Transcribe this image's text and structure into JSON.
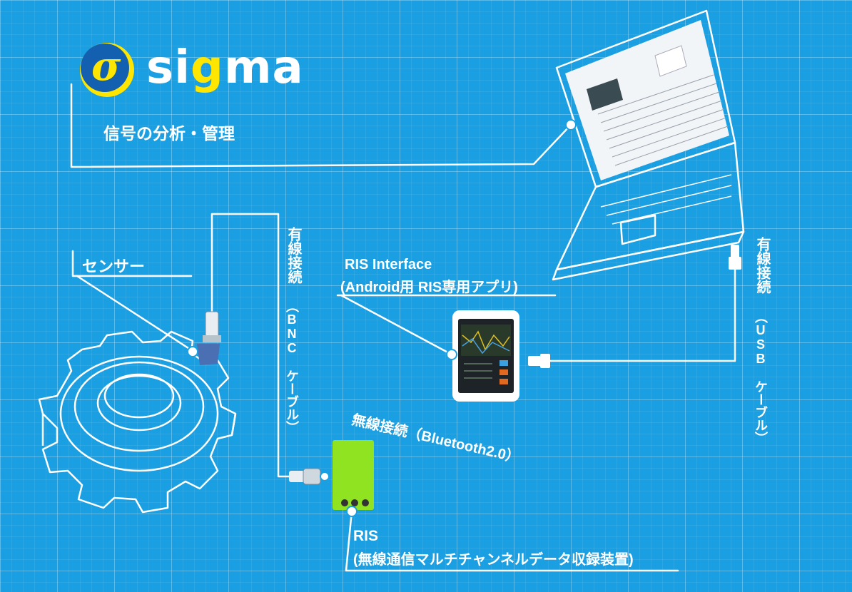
{
  "logo": {
    "symbol": "σ",
    "word_start": "si",
    "word_accent": "g",
    "word_end": "ma",
    "accent_color": "#ffe600",
    "circle_color": "#1460b0"
  },
  "labels": {
    "analysis": "信号の分析・管理",
    "sensor": "センサー",
    "wired_bnc_1": "有線接続",
    "wired_bnc_2": "（BNC ケーブル）",
    "wired_usb_1": "有線接続",
    "wired_usb_2": "（USB ケーブル）",
    "ris_interface_1": "RIS Interface",
    "ris_interface_2": "(Android用 RIS専用アプリ)",
    "wireless": "無線接続（Bluetooth2.0）",
    "ris_1": "RIS",
    "ris_2": "(無線通信マルチチャンネルデータ収録装置)"
  },
  "colors": {
    "background": "#1a9fe3",
    "device_green": "#8fe320",
    "sensor_blue": "#4a6fb3"
  },
  "icons": [
    "gear-icon",
    "sensor-icon",
    "laptop-icon",
    "tablet-icon",
    "ris-device-icon",
    "usb-plug-icon",
    "bnc-connector-icon"
  ]
}
